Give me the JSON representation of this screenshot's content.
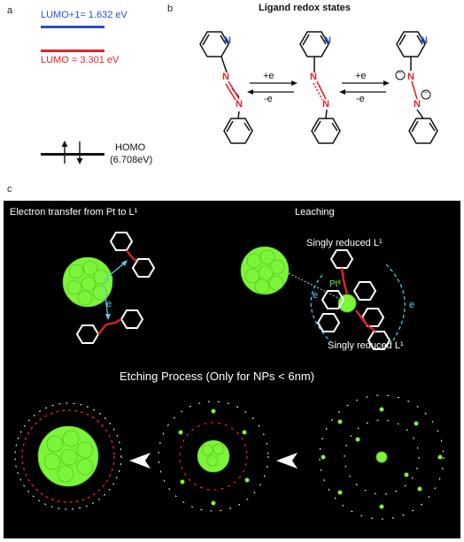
{
  "panel_a": {
    "letter": "a",
    "lumo1_label": "LUMO+1= 1.632 eV",
    "lumo_label": "LUMO = 3.301 eV",
    "homo_label": "HOMO",
    "homo_value": "(6.708eV)",
    "colors": {
      "lumo1": "#2a4fc4",
      "lumo": "#e8202a",
      "homo": "#111111"
    }
  },
  "panel_b": {
    "letter": "b",
    "title": "Ligand redox states",
    "step1_top": "+e",
    "step1_bottom": "-e",
    "step2_top": "+e",
    "step2_bottom": "-e",
    "atom_n": "N",
    "minus_sign": "−",
    "colors": {
      "nitrogen_pyridine": "#2a4fc4",
      "nitrogen_azo": "#e8202a"
    }
  },
  "panel_c": {
    "letter": "c",
    "label_transfer": "Electron transfer from Pt to L¹",
    "label_leaching": "Leaching",
    "label_reduced_top": "Singly reduced L¹",
    "label_reduced_bottom": "Singly reduced L¹",
    "label_pt": "Ptᴵᴵ",
    "electron_label": "e",
    "etching_title": "Etching Process (Only for NPs < 6nm)",
    "colors": {
      "background": "#000000",
      "particle": "#7cf43a",
      "bond": "#e8202a",
      "dashed": "#5ad0f0"
    }
  }
}
